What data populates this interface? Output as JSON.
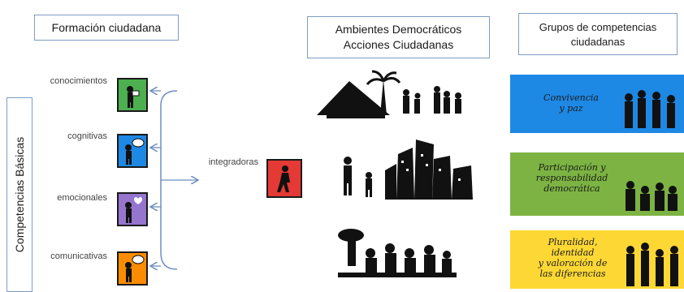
{
  "titles": {
    "formacion": "Formación ciudadana",
    "ambientes_line1": "Ambientes Democráticos",
    "ambientes_line2": "Acciones Ciudadanas",
    "grupos_line1": "Grupos de competencias",
    "grupos_line2": "ciudadanas"
  },
  "side_label": "Competencias Básicas",
  "competencias": [
    {
      "label": "conocimientos",
      "color": "#4caf50",
      "icon": "reading-person-icon"
    },
    {
      "label": "cognitivas",
      "color": "#1e88e5",
      "icon": "thinking-person-icon"
    },
    {
      "label": "emocionales",
      "color": "#9575cd",
      "icon": "heart-person-icon"
    },
    {
      "label": "comunicativas",
      "color": "#fb8c00",
      "icon": "speaking-person-icon"
    }
  ],
  "integradoras": {
    "label": "integradoras",
    "color": "#e53935",
    "icon": "walking-person-icon"
  },
  "grupos": [
    {
      "lines": [
        "Convivencia",
        "y paz"
      ],
      "color": "#1e88e5"
    },
    {
      "lines": [
        "Participación y",
        "responsabilidad",
        "democrática"
      ],
      "color": "#7cb342"
    },
    {
      "lines": [
        "Pluralidad,",
        "identidad",
        "y valoración de",
        "las diferencias"
      ],
      "color": "#fdd835"
    }
  ]
}
